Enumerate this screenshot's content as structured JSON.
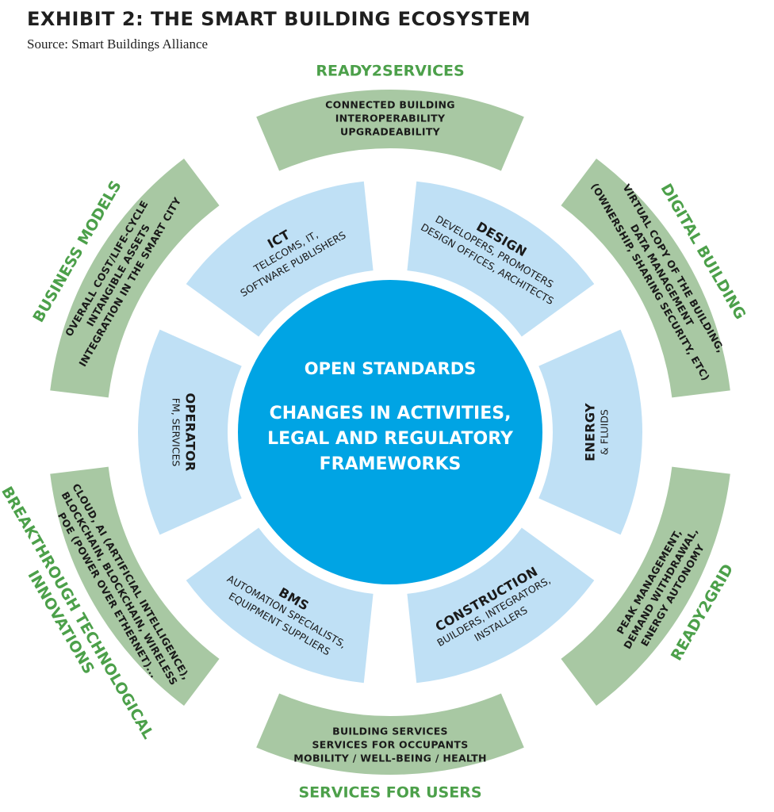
{
  "header": {
    "title": "EXHIBIT 2: THE SMART BUILDING ECOSYSTEM",
    "source": "Source: Smart Buildings Alliance"
  },
  "colors": {
    "outer_ring": "#a8c8a3",
    "inner_ring": "#bfe0f5",
    "center": "#00a4e4",
    "outer_title": "#4ca04a",
    "dark_text": "#1a1a1a",
    "center_text": "#ffffff"
  },
  "center": {
    "heading": "OPEN STANDARDS",
    "lines": [
      "CHANGES IN ACTIVITIES,",
      "LEGAL AND REGULATORY",
      "FRAMEWORKS"
    ]
  },
  "inner_ring": [
    {
      "title": "ICT",
      "lines": [
        "TELECOMS, IT,",
        "SOFTWARE PUBLISHERS"
      ]
    },
    {
      "title": "DESIGN",
      "lines": [
        "DEVELOPERS, PROMOTERS",
        "DESIGN OFFICES, ARCHITECTS"
      ]
    },
    {
      "title": "ENERGY",
      "lines": [
        "& FLUIDS"
      ]
    },
    {
      "title": "CONSTRUCTION",
      "lines": [
        "BUILDERS, INTEGRATORS,",
        "INSTALLERS"
      ]
    },
    {
      "title": "BMS",
      "lines": [
        "AUTOMATION SPECIALISTS,",
        "EQUIPMENT SUPPLIERS"
      ]
    },
    {
      "title": "OPERATOR",
      "lines": [
        "FM, SERVICES"
      ]
    }
  ],
  "outer_ring": [
    {
      "title": "READY2SERVICES",
      "lines": [
        "CONNECTED BUILDING",
        "INTEROPERABILITY",
        "UPGRADEABILITY"
      ]
    },
    {
      "title": "DIGITAL BUILDING",
      "lines": [
        "VIRTUAL COPY OF THE BUILDING,",
        "DATA MANAGEMENT",
        "(OWNERSHIP, SHARING SECURITY, ETC)"
      ]
    },
    {
      "title": "READY2GRID",
      "lines": [
        "PEAK MANAGEMENT,",
        "DEMAND WITHDRAWAL,",
        "ENERGY AUTONOMY"
      ]
    },
    {
      "title": "SERVICES FOR USERS",
      "lines": [
        "BUILDING SERVICES",
        "SERVICES FOR OCCUPANTS",
        "MOBILITY / WELL-BEING / HEALTH"
      ]
    },
    {
      "title_lines": [
        "BREAKTHROUGH TECHNOLOGICAL",
        "INNOVATIONS"
      ],
      "lines": [
        "CLOUD, AI (ARTIFICIAL INTELLIGENCE),",
        "BLOCKCHAIN, BLOCKCHAIN, WIRELESS",
        "POE (POWER OVER ETHERNET)..."
      ]
    },
    {
      "title": "BUSINESS MODELS",
      "lines": [
        "OVERALL COST/LIFE-CYCLE",
        "INTANGIBLE ASSETS",
        "INTEGRATION IN THE SMART CITY"
      ]
    }
  ]
}
